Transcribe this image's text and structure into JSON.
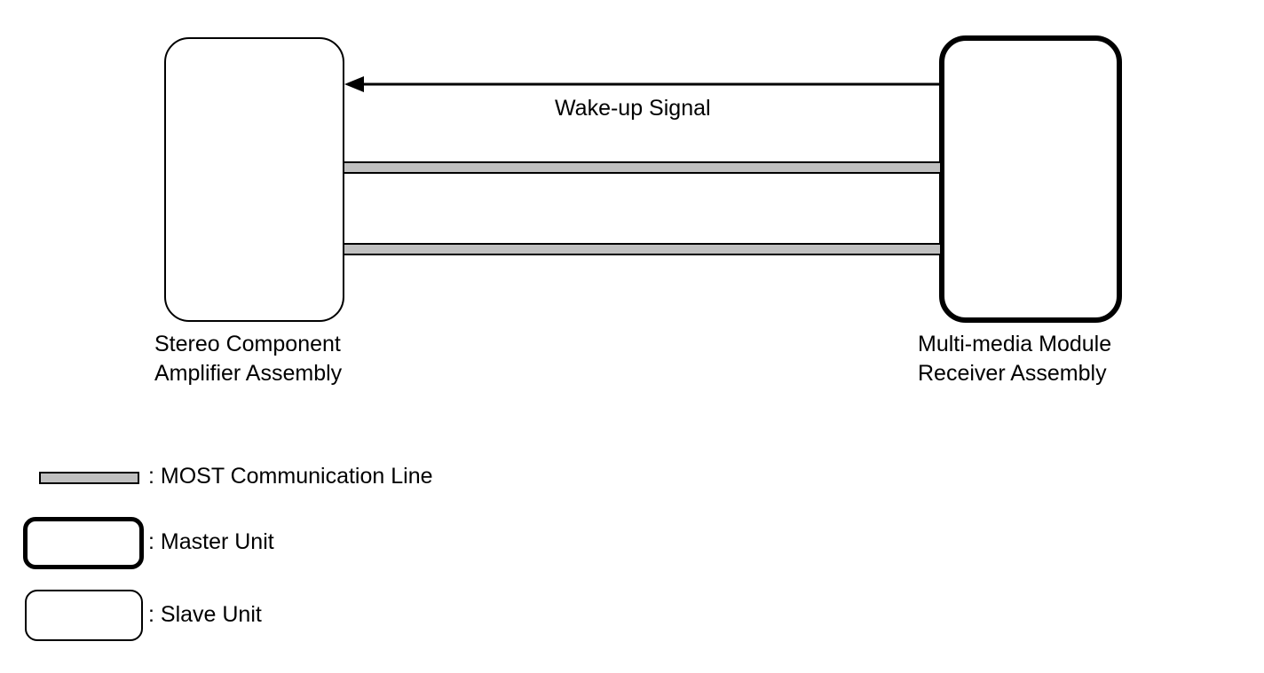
{
  "diagram": {
    "slave_unit": {
      "name_line1": "Stereo Component",
      "name_line2": "Amplifier Assembly"
    },
    "master_unit": {
      "name_line1": "Multi-media Module",
      "name_line2": "Receiver Assembly"
    },
    "signal_label": "Wake-up Signal"
  },
  "legend": {
    "most_line": ": MOST Communication Line",
    "master_unit": ": Master Unit",
    "slave_unit": ": Slave Unit"
  }
}
